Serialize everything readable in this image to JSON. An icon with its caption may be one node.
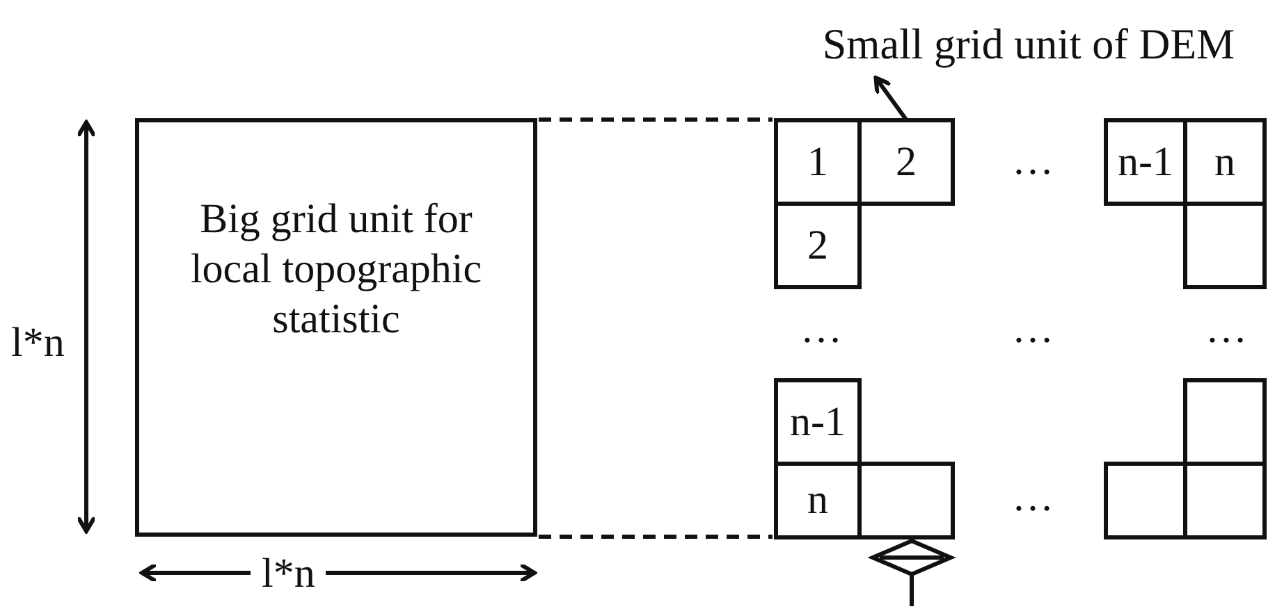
{
  "diagram": {
    "nodes": [
      {
        "text": [
          "Big grid unit for local topographic statistic"
        ]
      },
      {
        "text": [
          "Small grid unit of DEM"
        ]
      },
      {
        "text": [
          "1"
        ]
      },
      {
        "text": [
          "2"
        ]
      },
      {
        "text": [
          "n-1"
        ]
      },
      {
        "text": [
          "n"
        ]
      },
      {
        "text": [
          "2"
        ]
      },
      {
        "text": [],
        "shape": "box"
      },
      {
        "text": [
          "n-1"
        ]
      },
      {
        "text": [],
        "shape": "box"
      },
      {
        "text": [
          "n"
        ]
      },
      {
        "text": [],
        "shape": "box"
      },
      {
        "text": [],
        "shape": "box"
      },
      {
        "text": [],
        "shape": "box"
      }
    ],
    "edges": [
      {
        "from": 3,
        "to": 1,
        "arrow": "to"
      },
      {
        "from": 0,
        "to": 2,
        "arrow": "none",
        "style": "dashed"
      },
      {
        "from": 0,
        "to": 10,
        "arrow": "none",
        "style": "dashed"
      }
    ],
    "labels": [
      "l*n",
      "…",
      "…",
      "…",
      "…",
      "l*n",
      "…"
    ]
  }
}
